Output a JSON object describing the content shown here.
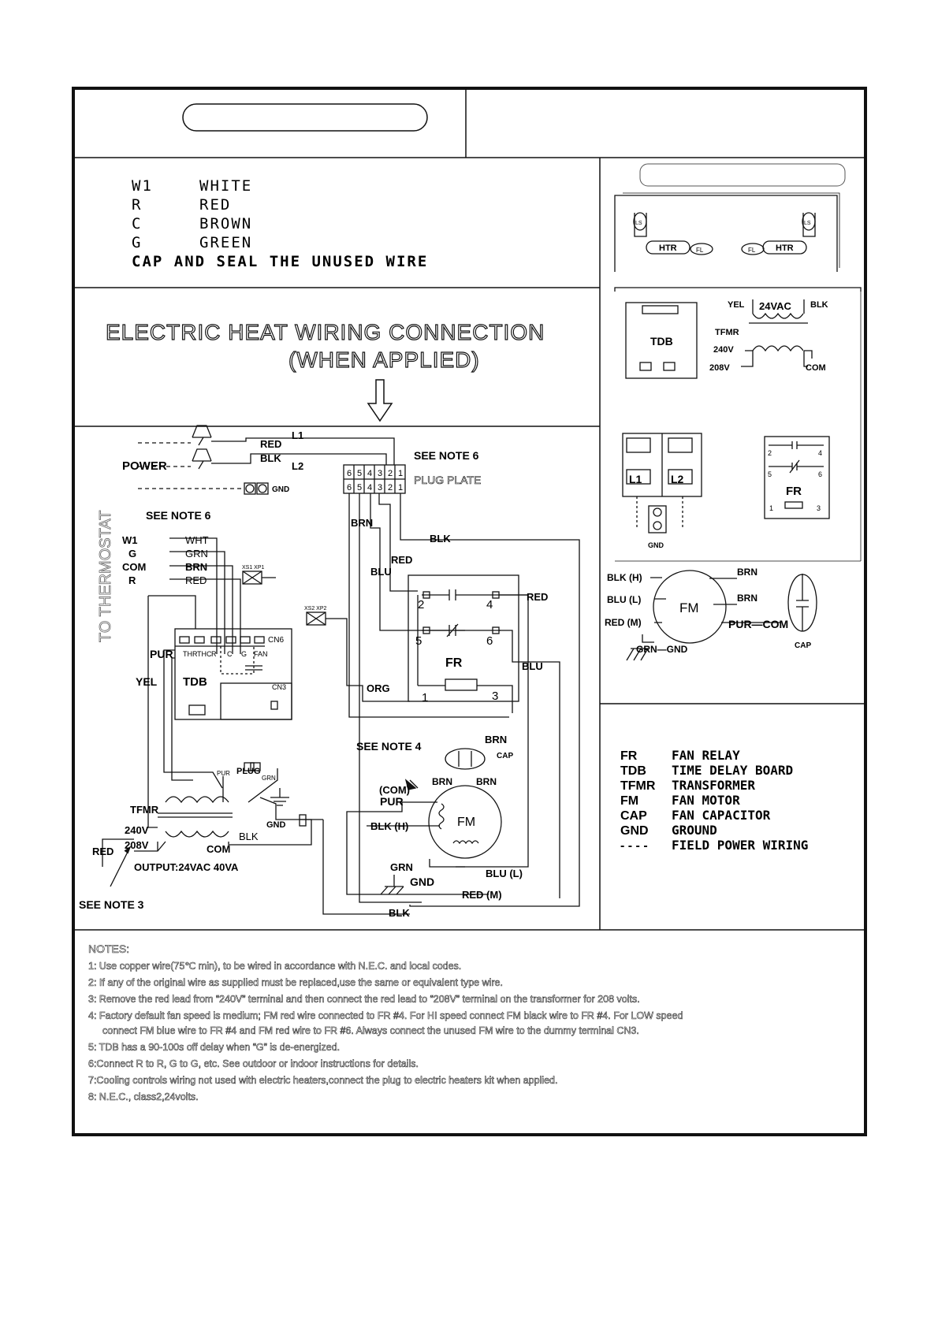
{
  "thermostat_legend": {
    "rows": [
      {
        "terminal": "W1",
        "color": "WHITE"
      },
      {
        "terminal": "R",
        "color": "RED"
      },
      {
        "terminal": "C",
        "color": "BROWN"
      },
      {
        "terminal": "G",
        "color": "GREEN"
      }
    ],
    "cap_note": "CAP AND SEAL THE UNUSED WIRE"
  },
  "heading": {
    "line1": "ELECTRIC HEAT  WIRING CONNECTION",
    "line2": "(WHEN APPLIED)"
  },
  "main_diagram": {
    "power": "POWER",
    "red": "RED",
    "blk": "BLK",
    "l1": "L1",
    "l2": "L2",
    "gnd": "GND",
    "see_note_6_a": "SEE NOTE 6",
    "see_note_6_b": "SEE NOTE 6",
    "plug_plate": "PLUG PLATE",
    "plug_digits": [
      "6",
      "5",
      "4",
      "3",
      "2",
      "1"
    ],
    "to_thermostat": "TO THERMOSTAT",
    "w1": "W1",
    "g": "G",
    "com": "COM",
    "r": "R",
    "wht": "WHT",
    "grn": "GRN",
    "brn": "BRN",
    "red_wire": "RED",
    "blk_wire": "BLK",
    "blu": "BLU",
    "org": "ORG",
    "pur": "PUR",
    "yel": "YEL",
    "xs1": "XS1 XP1",
    "xs2": "XS2 XP2",
    "cn6": "CN6",
    "cn3": "CN3",
    "thc": "THC",
    "thr": "THR",
    "r_term": "R",
    "c_term": "C",
    "g_term": "G",
    "fan_term": "FAN",
    "tdb": "TDB",
    "fr": "FR",
    "fr_pins": [
      "2",
      "4",
      "5",
      "6",
      "1",
      "3"
    ],
    "see_note_4": "SEE NOTE 4",
    "cap": "CAP",
    "com_paren": "(COM)",
    "blk_h": "BLK (H)",
    "blu_l": "BLU (L)",
    "red_m": "RED (M)",
    "fm": "FM",
    "plug": "PLUG",
    "tfmr": "TFMR",
    "v240": "240V",
    "v208": "208V",
    "output": "OUTPUT:24VAC  40VA",
    "see_note_3": "SEE NOTE 3"
  },
  "heater_panel": {
    "htr": "HTR",
    "fl": "FL",
    "ls": "LS"
  },
  "tdb_panel": {
    "tdb": "TDB",
    "yel": "YEL",
    "v24": "24VAC",
    "blk": "BLK",
    "tfmr": "TFMR",
    "v240": "240V",
    "v208": "208V",
    "com": "COM"
  },
  "terminal_panel": {
    "l1": "L1",
    "l2": "L2",
    "gnd": "GND",
    "fr": "FR",
    "pins": [
      "2",
      "4",
      "5",
      "6",
      "1",
      "3"
    ]
  },
  "motor_panel": {
    "blk_h": "BLK (H)",
    "blu_l": "BLU (L)",
    "red_m": "RED (M)",
    "brn1": "BRN",
    "brn2": "BRN",
    "pur_com": "PUR—COM",
    "grn_gnd": "GRN—GND",
    "fm": "FM",
    "cap": "CAP"
  },
  "abbreviations": [
    {
      "abbr": "FR",
      "meaning": "FAN RELAY"
    },
    {
      "abbr": "TDB",
      "meaning": "TIME DELAY BOARD"
    },
    {
      "abbr": "TFMR",
      "meaning": "TRANSFORMER"
    },
    {
      "abbr": "FM",
      "meaning": "FAN MOTOR"
    },
    {
      "abbr": "CAP",
      "meaning": "FAN CAPACITOR"
    },
    {
      "abbr": "GND",
      "meaning": "GROUND"
    },
    {
      "abbr": "- - - -",
      "meaning": "FIELD POWER WIRING"
    }
  ],
  "notes": {
    "title": "NOTES:",
    "lines": [
      "1: Use copper wire(75℃ min), to be wired in accordance with N.E.C. and local codes.",
      "2: If any of the original wire as supplied must be replaced,use the same or equivalent type wire.",
      "3: Remove the red lead from  “240V”  terminal  and then connect  the red lead to  “208V”  terminal on the transformer for 208 volts.",
      "4: Factory default fan speed is medium; FM red wire connected to FR #4. For HI speed connect FM black wire to FR #4.  For LOW speed",
      "connect FM blue wire to FR #4 and FM red wire to FR #6. Always connect the unused FM wire to the dummy terminal CN3.",
      "5: TDB  has  a 90-100s off delay when  “G”  is de-energized.",
      "6:Connect R to R, G to G, etc. See outdoor or indoor instructions for details.",
      "7:Cooling controls wiring not used with electric heaters,connect the plug to electric heaters kit  when applied.",
      "8:  N.E.C., class2,24volts."
    ]
  }
}
